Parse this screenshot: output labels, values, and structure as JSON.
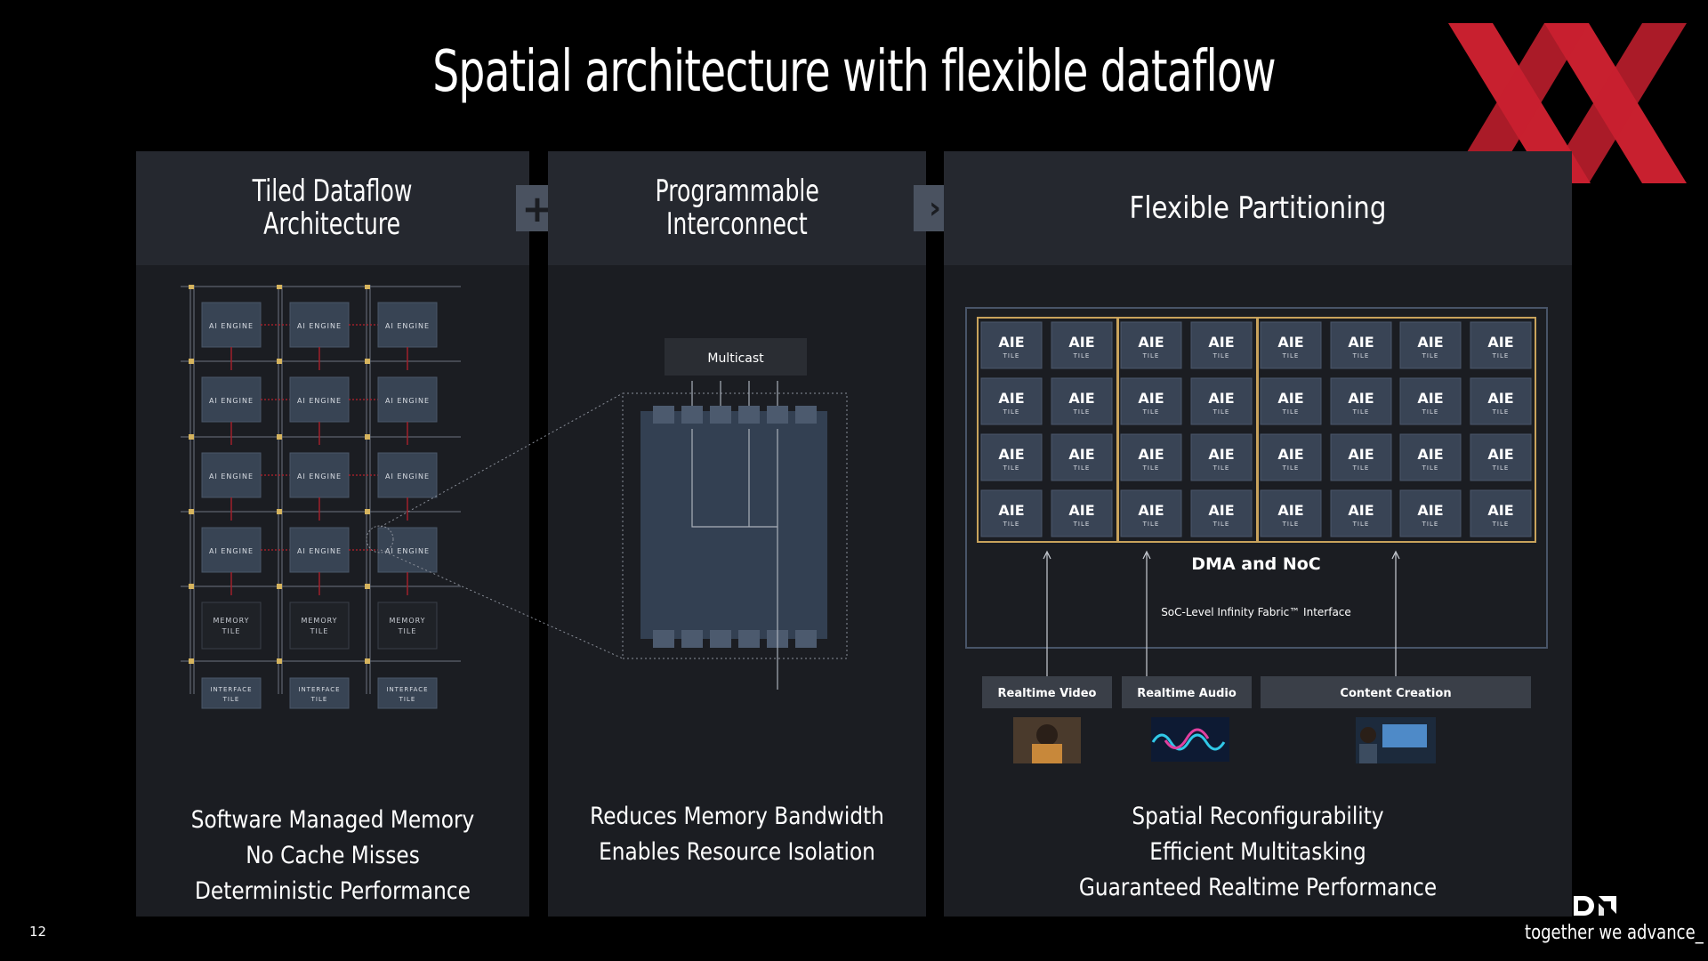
{
  "slide": {
    "title": "Spatial architecture with flexible dataflow",
    "page_number": "12",
    "tagline": "together we advance_"
  },
  "panels": [
    {
      "heading_line1": "Tiled Dataflow",
      "heading_line2": "Architecture",
      "bullets": [
        "Software Managed Memory",
        "No Cache Misses",
        "Deterministic Performance"
      ]
    },
    {
      "heading_line1": "Programmable",
      "heading_line2": "Interconnect",
      "bullets": [
        "Reduces Memory Bandwidth",
        "Enables Resource Isolation"
      ]
    },
    {
      "heading_line1": "Flexible Partitioning",
      "heading_line2": "",
      "bullets": [
        "Spatial Reconfigurability",
        "Efficient Multitasking",
        "Guaranteed Realtime Performance"
      ]
    }
  ],
  "connectors": [
    "+",
    "›"
  ],
  "tiled_diagram": {
    "ai_engine_label": "AI ENGINE",
    "memory_tile_label": [
      "MEMORY",
      "TILE"
    ],
    "interface_tile_label": [
      "INTERFACE",
      "TILE"
    ]
  },
  "interconnect_diagram": {
    "multicast_label": "Multicast"
  },
  "partition_diagram": {
    "tile_label": "AIE",
    "tile_sublabel": "TILE",
    "dma_label": "DMA and NoC",
    "fabric_label": "SoC-Level Infinity Fabric™ Interface",
    "workloads": [
      "Realtime Video",
      "Realtime Audio",
      "Content Creation"
    ]
  },
  "colors": {
    "brand_red": "#c8202f",
    "partition_gold": "#c9a35c",
    "tile_fill": "#394455",
    "accent_red": "#b0202a"
  }
}
